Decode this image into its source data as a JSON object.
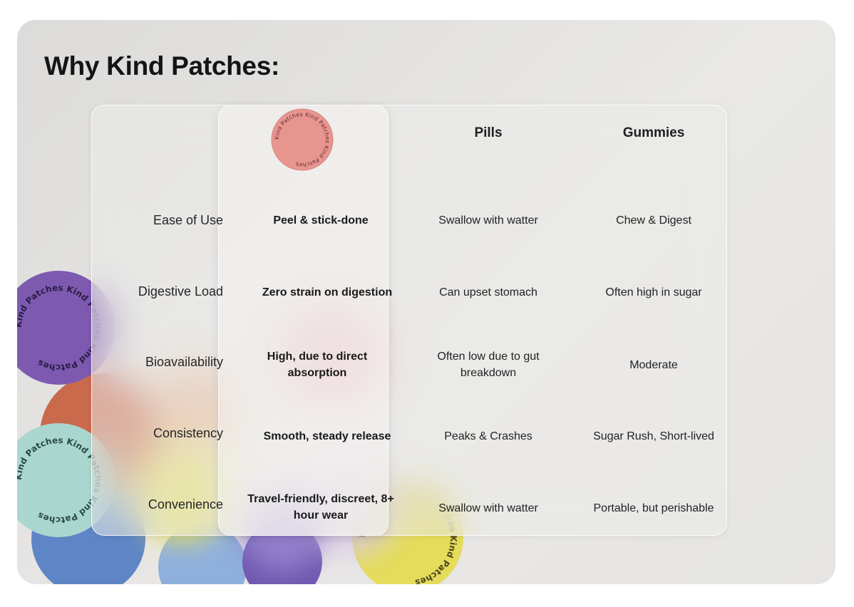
{
  "page": {
    "title": "Why Kind Patches:"
  },
  "brand": {
    "patch_text": "Kind Patches Kind Patches Kind Patches",
    "colors": {
      "coral": "#e8948f",
      "purple": "#7d5ab0",
      "terracotta": "#c96a4c",
      "mint": "#a9d7cf",
      "yellow": "#e4dc5a",
      "blue": "#5e86c6",
      "lavender": "#b7b8e8"
    }
  },
  "table": {
    "columns": [
      {
        "key": "kind",
        "label": "",
        "icon": "kind-patch-logo-icon"
      },
      {
        "key": "pills",
        "label": "Pills"
      },
      {
        "key": "gummies",
        "label": "Gummies"
      }
    ],
    "rows": [
      {
        "label": "Ease of Use",
        "kind": "Peel & stick-done",
        "pills": "Swallow with watter",
        "gummies": "Chew & Digest"
      },
      {
        "label": "Digestive Load",
        "kind": "Zero strain on digestion",
        "pills": "Can upset stomach",
        "gummies": "Often high in sugar"
      },
      {
        "label": "Bioavailability",
        "kind": "High, due to direct absorption",
        "pills": "Often low due to gut breakdown",
        "gummies": "Moderate"
      },
      {
        "label": "Consistency",
        "kind": "Smooth, steady release",
        "pills": "Peaks & Crashes",
        "gummies": "Sugar Rush, Short-lived"
      },
      {
        "label": "Convenience",
        "kind": "Travel-friendly, discreet, 8+ hour wear",
        "pills": "Swallow with watter",
        "gummies": "Portable, but perishable"
      }
    ]
  }
}
